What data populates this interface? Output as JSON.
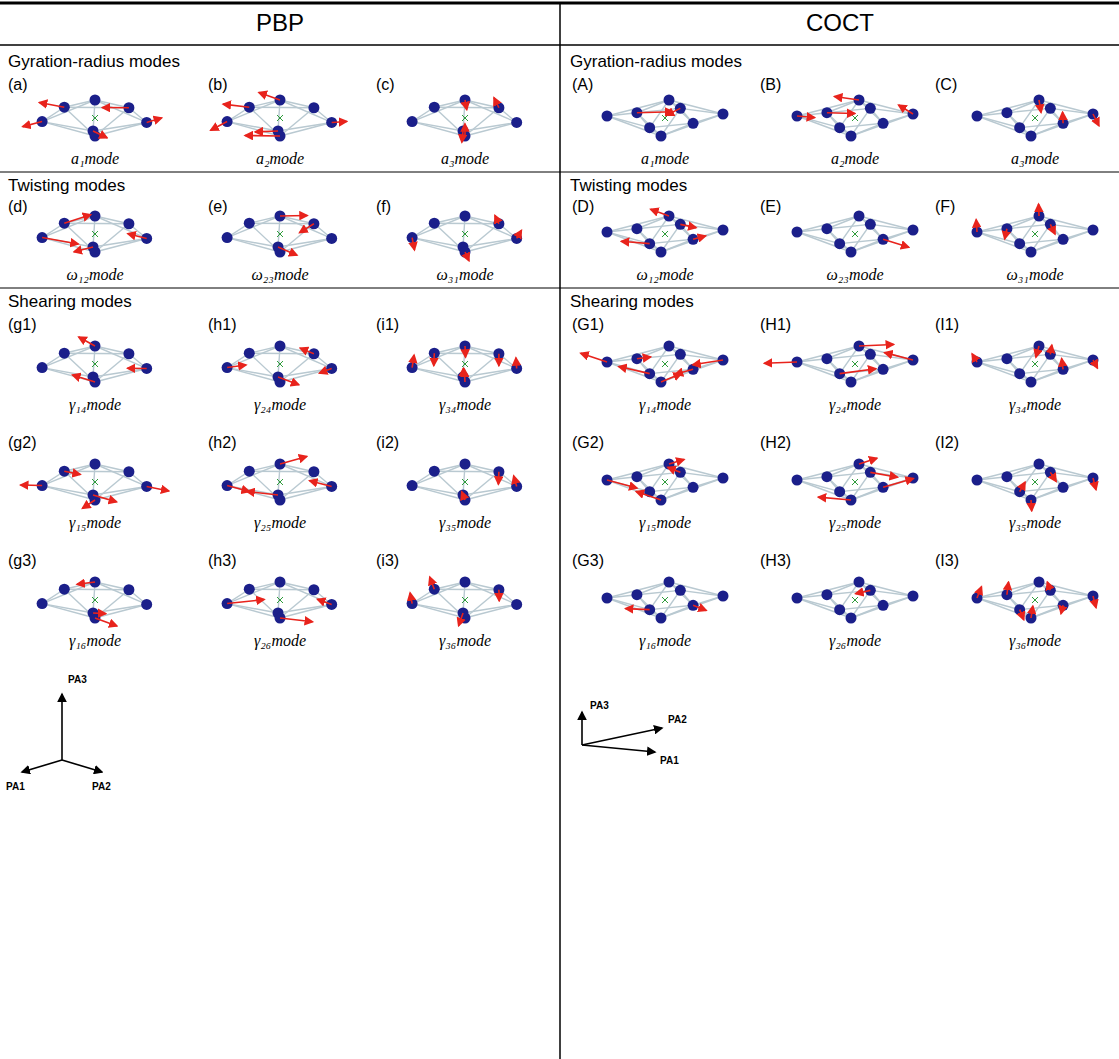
{
  "diagram": {
    "labels": [
      "PBP",
      "COCT",
      "Gyration-radius modes",
      "(a)",
      "(b)",
      "(c)",
      "a₁mode",
      "a₂mode",
      "a₃mode",
      "Gyration-radius modes",
      "(A)",
      "(B)",
      "(C)",
      "a₁mode",
      "a₂mode",
      "a₃mode",
      "Twisting modes",
      "(d)",
      "(e)",
      "(f)",
      "ω₁₂mode",
      "ω₂₃mode",
      "ω₃₁mode",
      "Twisting modes",
      "(D)",
      "(E)",
      "(F)",
      "ω₁₂mode",
      "ω₂₃mode",
      "ω₃₁mode",
      "Shearing modes",
      "(g1)",
      "(h1)",
      "(i1)",
      "γ₁₄mode",
      "γ₂₄mode",
      "γ₃₄mode",
      "(g2)",
      "(h2)",
      "(i2)",
      "γ₁₅mode",
      "γ₂₅mode",
      "γ₃₅mode",
      "(g3)",
      "(h3)",
      "(i3)",
      "γ₁₆mode",
      "γ₂₆mode",
      "γ₃₆mode",
      "Shearing modes",
      "(G1)",
      "(H1)",
      "(I1)",
      "γ₁₄mode",
      "γ₂₄mode",
      "γ₃₄mode",
      "(G2)",
      "(H2)",
      "(I2)",
      "γ₁₅mode",
      "γ₂₅mode",
      "γ₃₅mode",
      "(G3)",
      "(H3)",
      "(I3)",
      "γ₁₆mode",
      "γ₂₆mode",
      "γ₃₆mode",
      "PA3",
      "PA1",
      "PA2",
      "PA3",
      "PA2",
      "PA1"
    ]
  }
}
